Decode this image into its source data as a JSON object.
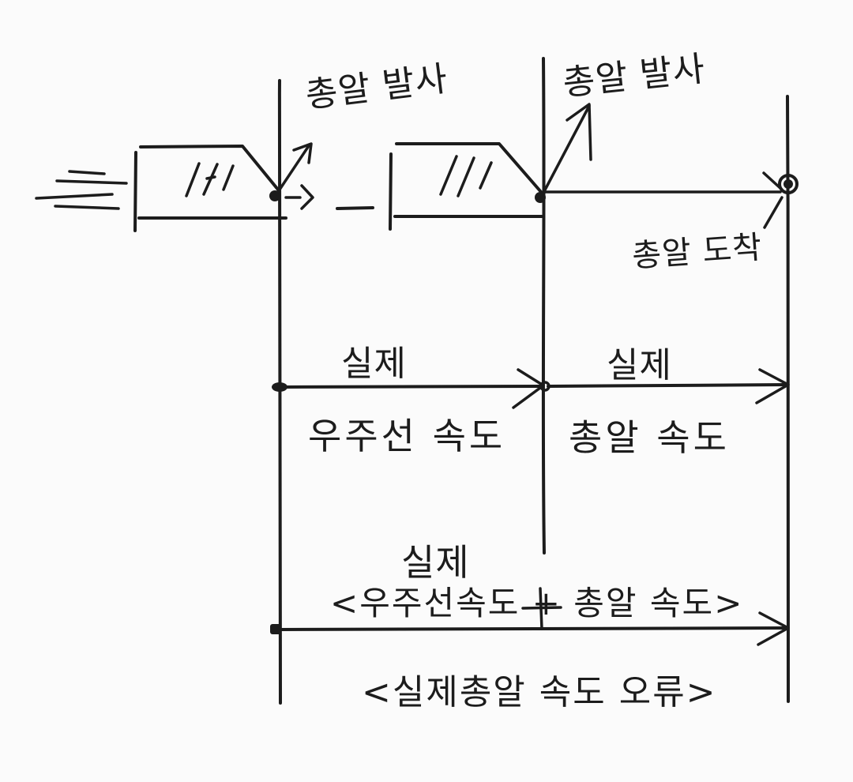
{
  "labels": {
    "launch_1": "총알 발사",
    "launch_2": "총알 발사",
    "hit": "총알 도착",
    "actual_1": "실제",
    "spaceship_speed": "우주선 속도",
    "actual_2": "실제",
    "bullet_speed": "총알 속도",
    "actual_3": "실제",
    "sum_formula": "<우주선속도 + 총알 속도>",
    "actual_bullet_speed_error": "<실제총알 속도 오류>"
  }
}
